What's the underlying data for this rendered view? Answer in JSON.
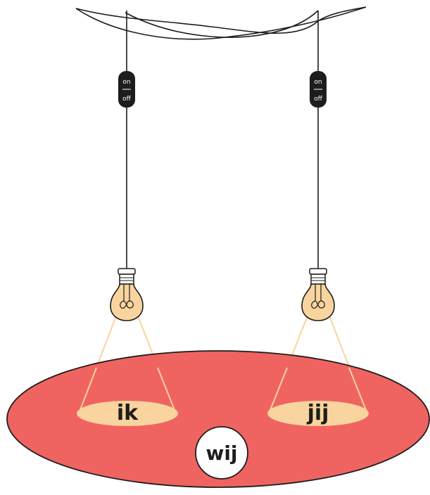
{
  "switches": [
    {
      "on_label": "on",
      "off_label": "off"
    },
    {
      "on_label": "on",
      "off_label": "off"
    }
  ],
  "labels": {
    "left_pool": "ik",
    "right_pool": "jij",
    "center": "wij"
  },
  "colors": {
    "floor": "#ef6461",
    "light_pool": "#f9d49e",
    "bulb_glass": "#f9d49e",
    "wire": "#1d1d1b",
    "light_beam": "#f9d49e",
    "center_circle_fill": "#ffffff"
  }
}
